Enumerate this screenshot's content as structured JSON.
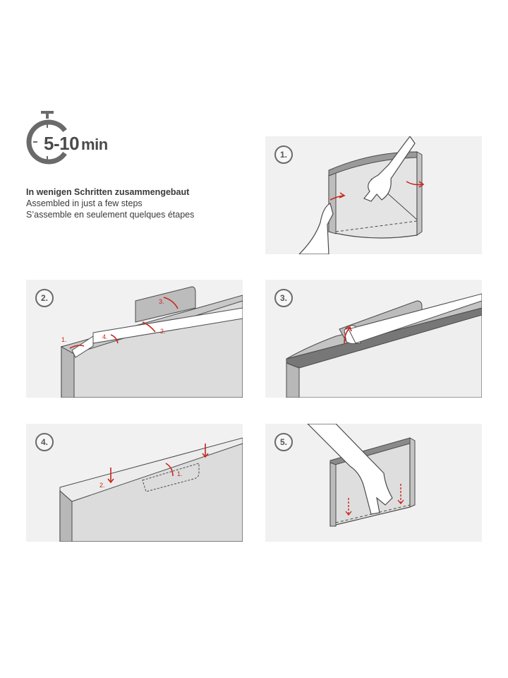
{
  "timer": {
    "number": "5-10",
    "unit": "min",
    "icon": "stopwatch-icon"
  },
  "intro": {
    "de": "In wenigen Schritten zusammengebaut",
    "en": "Assembled in just a few steps",
    "fr": "S’assemble en seulement quelques étapes"
  },
  "steps": [
    {
      "badge": "1."
    },
    {
      "badge": "2.",
      "labels": [
        "1.",
        "2.",
        "3.",
        "4."
      ]
    },
    {
      "badge": "3."
    },
    {
      "badge": "4.",
      "labels": [
        "1.",
        "2."
      ]
    },
    {
      "badge": "5."
    }
  ],
  "colors": {
    "accent": "#c8261e",
    "panel": "#f1f1f1",
    "line": "#4a4a4a",
    "fill": "#d9d9d9"
  }
}
